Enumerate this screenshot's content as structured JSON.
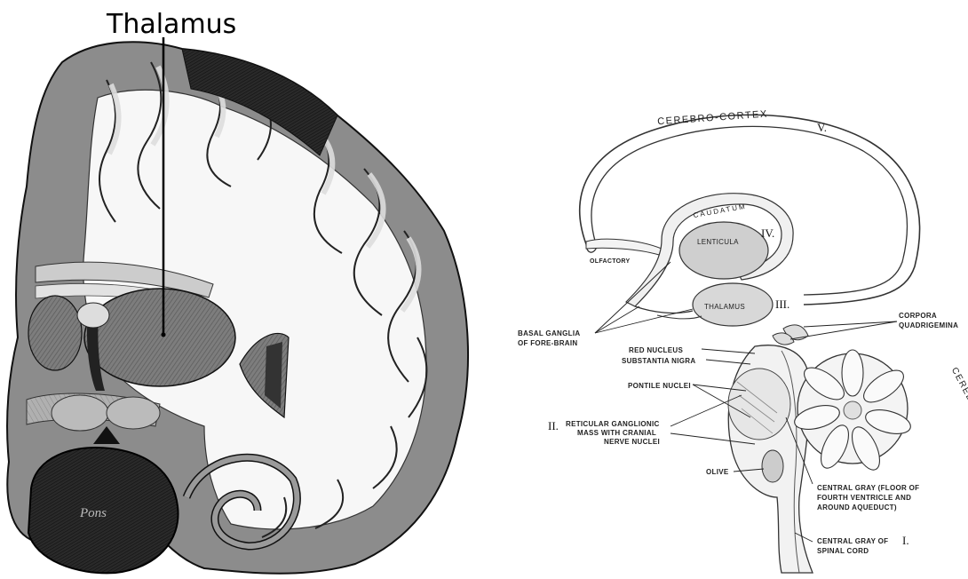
{
  "left_panel": {
    "title": "Thalamus",
    "pons_label": "Pons"
  },
  "right_panel": {
    "labels": {
      "cerebro_cortex": "CEREBRO-CORTEX",
      "cortex_numeral": "V.",
      "caudatum": "CAUDATUM",
      "lenticula": "LENTICULA",
      "lenticula_numeral": "IV.",
      "olfactory": "OLFACTORY",
      "thalamus": "THALAMUS",
      "thalamus_numeral": "III.",
      "basal_ganglia_1": "BASAL GANGLIA",
      "basal_ganglia_2": "OF FORE-BRAIN",
      "corpora_1": "CORPORA",
      "corpora_2": "QUADRIGEMINA",
      "red_nucleus": "RED NUCLEUS",
      "substantia_nigra": "SUBSTANTIA NIGRA",
      "pontile_nuclei": "PONTILE NUCLEI",
      "reticular_numeral": "II.",
      "reticular_1": "RETICULAR GANGLIONIC",
      "reticular_2": "MASS WITH CRANIAL",
      "reticular_3": "NERVE NUCLEI",
      "olive": "OLIVE",
      "cerebello_cortex": "CEREBELLO-CORTEX",
      "central_gray_1": "CENTRAL GRAY (FLOOR OF",
      "central_gray_2": "FOURTH VENTRICLE AND",
      "central_gray_3": "AROUND AQUEDUCT)",
      "spinal_1": "CENTRAL GRAY OF",
      "spinal_numeral": "I.",
      "spinal_2": "SPINAL CORD"
    }
  }
}
